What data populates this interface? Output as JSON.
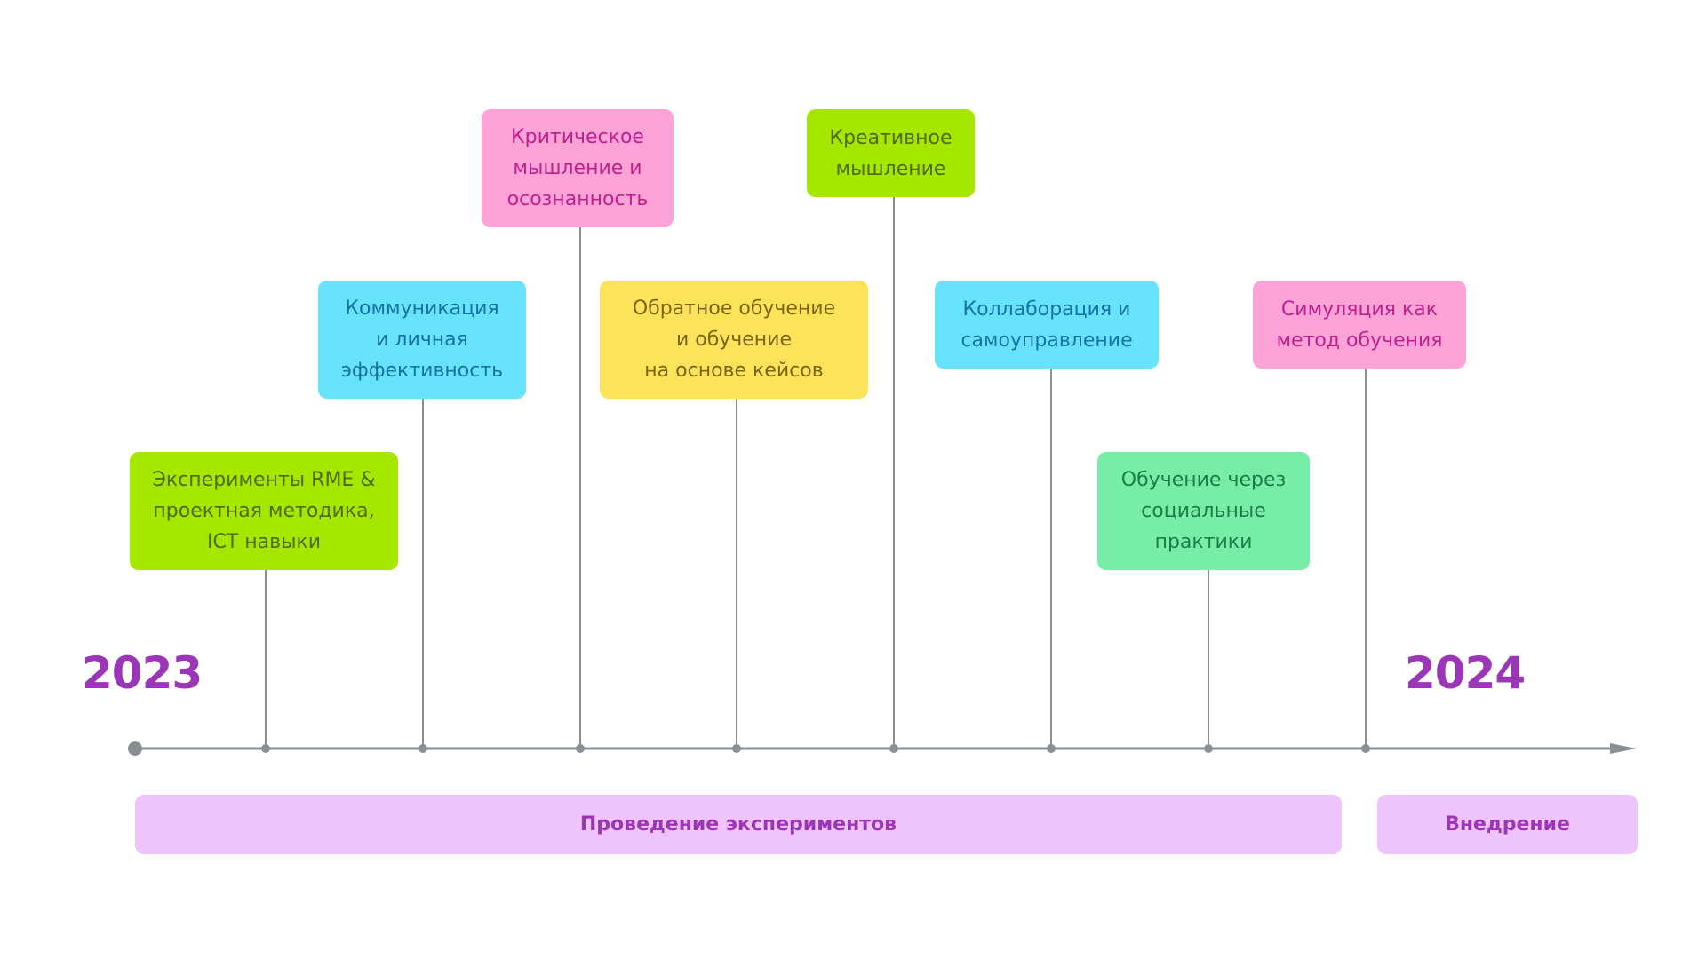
{
  "timeline": {
    "start_year": "2023",
    "end_year": "2024",
    "milestones": [
      {
        "label": "Эксперименты RME &\nпроектная методика,\nICT навыки",
        "bg": "#a6e700",
        "fg": "#4e6b0e"
      },
      {
        "label": "Коммуникация\nи личная\nэффективность",
        "bg": "#67e3fd",
        "fg": "#1773a3"
      },
      {
        "label": "Критическое\nмышление и\nосознанность",
        "bg": "#fea3d8",
        "fg": "#c0208e"
      },
      {
        "label": "Обратное обучение\nи обучение\nна основе кейсов",
        "bg": "#fce35a",
        "fg": "#7c6512"
      },
      {
        "label": "Креативное\nмышление",
        "bg": "#a6e700",
        "fg": "#4e6b0e"
      },
      {
        "label": "Коллаборация и\nсамоуправление",
        "bg": "#67e3fd",
        "fg": "#1773a3"
      },
      {
        "label": "Обучение через\nсоциальные\nпрактики",
        "bg": "#77eda8",
        "fg": "#1a7f47"
      },
      {
        "label": "Симуляция как\nметод обучения",
        "bg": "#fea3d8",
        "fg": "#c0208e"
      }
    ]
  },
  "phases": {
    "experiments": "Проведение экспериментов",
    "implementation": "Внедрение"
  },
  "colors": {
    "axis": "#8a8f96",
    "year": "#9b36b7",
    "phase_bg": "#efc3fb",
    "phase_text": "#9b36b7"
  }
}
